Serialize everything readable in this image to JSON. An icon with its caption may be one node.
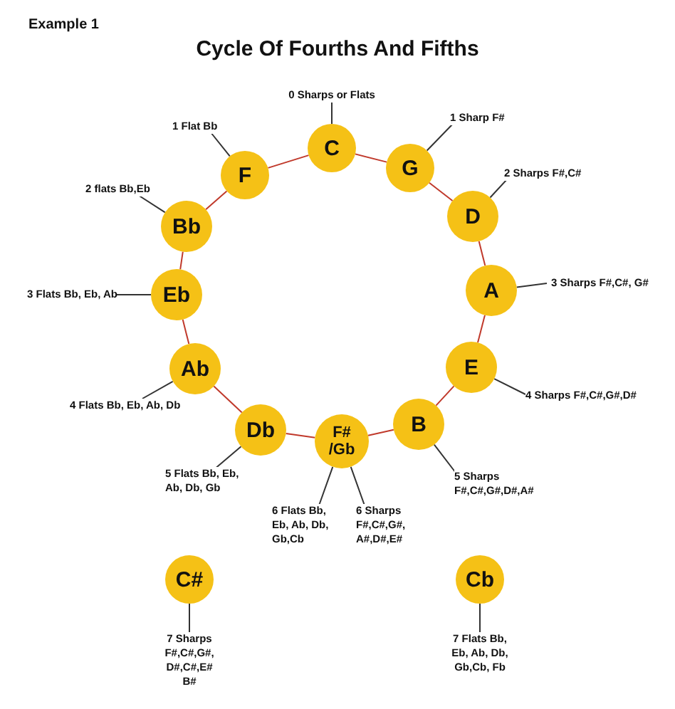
{
  "diagram": {
    "title": "Cycle Of Fourths And Fifths",
    "nodes": [
      {
        "text": [
          "C"
        ]
      },
      {
        "text": [
          "G"
        ]
      },
      {
        "text": [
          "D"
        ]
      },
      {
        "text": [
          "A"
        ]
      },
      {
        "text": [
          "E"
        ]
      },
      {
        "text": [
          "B"
        ]
      },
      {
        "text": [
          "F# /Gb"
        ]
      },
      {
        "text": [
          "Db"
        ]
      },
      {
        "text": [
          "Ab"
        ]
      },
      {
        "text": [
          "Eb"
        ]
      },
      {
        "text": [
          "Bb"
        ]
      },
      {
        "text": [
          "F"
        ]
      },
      {
        "text": [
          "C#"
        ]
      },
      {
        "text": [
          "Cb"
        ]
      },
      {
        "text": [
          "0 Sharps or Flats"
        ]
      },
      {
        "text": [
          "1 Sharp F#"
        ]
      },
      {
        "text": [
          "2 Sharps F#,C#"
        ]
      },
      {
        "text": [
          "3 Sharps F#,C#, G#"
        ]
      },
      {
        "text": [
          "4 Sharps F#,C#,G#,D#"
        ]
      },
      {
        "text": [
          "5 Sharps F#,C#,G#,D#,A#"
        ]
      },
      {
        "text": [
          "6 Sharps F#,C#,G#, A#,D#,E#"
        ]
      },
      {
        "text": [
          "6 Flats Bb, Eb, Ab, Db, Gb,Cb"
        ]
      },
      {
        "text": [
          "5 Flats Bb, Eb, Ab, Db, Gb"
        ]
      },
      {
        "text": [
          "4 Flats Bb, Eb, Ab, Db"
        ]
      },
      {
        "text": [
          "3 Flats Bb, Eb, Ab"
        ]
      },
      {
        "text": [
          "2 flats Bb,Eb"
        ]
      },
      {
        "text": [
          "1 Flat Bb"
        ]
      },
      {
        "text": [
          "7 Sharps F#,C#,G#, D#,C#,E# B#"
        ]
      },
      {
        "text": [
          "7 Flats Bb, Eb, Ab, Db, Gb,Cb, Fb"
        ]
      }
    ],
    "edges": [
      {
        "from": 0,
        "to": 1,
        "arrow": "none",
        "color": "#c0392b"
      },
      {
        "from": 1,
        "to": 2,
        "arrow": "none",
        "color": "#c0392b"
      },
      {
        "from": 2,
        "to": 3,
        "arrow": "none",
        "color": "#c0392b"
      },
      {
        "from": 3,
        "to": 4,
        "arrow": "none",
        "color": "#c0392b"
      },
      {
        "from": 4,
        "to": 5,
        "arrow": "none",
        "color": "#c0392b"
      },
      {
        "from": 5,
        "to": 6,
        "arrow": "none",
        "color": "#c0392b"
      },
      {
        "from": 6,
        "to": 7,
        "arrow": "none",
        "color": "#c0392b"
      },
      {
        "from": 7,
        "to": 8,
        "arrow": "none",
        "color": "#c0392b"
      },
      {
        "from": 8,
        "to": 9,
        "arrow": "none",
        "color": "#c0392b"
      },
      {
        "from": 9,
        "to": 10,
        "arrow": "none",
        "color": "#c0392b"
      },
      {
        "from": 10,
        "to": 11,
        "arrow": "none",
        "color": "#c0392b"
      },
      {
        "from": 11,
        "to": 0,
        "arrow": "none",
        "color": "#c0392b"
      },
      {
        "from": 14,
        "to": 0,
        "arrow": "none"
      },
      {
        "from": 15,
        "to": 1,
        "arrow": "none"
      },
      {
        "from": 16,
        "to": 2,
        "arrow": "none"
      },
      {
        "from": 17,
        "to": 3,
        "arrow": "none"
      },
      {
        "from": 18,
        "to": 4,
        "arrow": "none"
      },
      {
        "from": 19,
        "to": 5,
        "arrow": "none"
      },
      {
        "from": 20,
        "to": 6,
        "arrow": "none"
      },
      {
        "from": 21,
        "to": 6,
        "arrow": "none"
      },
      {
        "from": 22,
        "to": 7,
        "arrow": "none"
      },
      {
        "from": 23,
        "to": 8,
        "arrow": "none"
      },
      {
        "from": 24,
        "to": 9,
        "arrow": "none"
      },
      {
        "from": 25,
        "to": 10,
        "arrow": "none"
      },
      {
        "from": 26,
        "to": 11,
        "arrow": "none"
      },
      {
        "from": 27,
        "to": 12,
        "arrow": "none"
      },
      {
        "from": 28,
        "to": 13,
        "arrow": "none"
      }
    ],
    "labels": [
      "Example 1"
    ]
  }
}
